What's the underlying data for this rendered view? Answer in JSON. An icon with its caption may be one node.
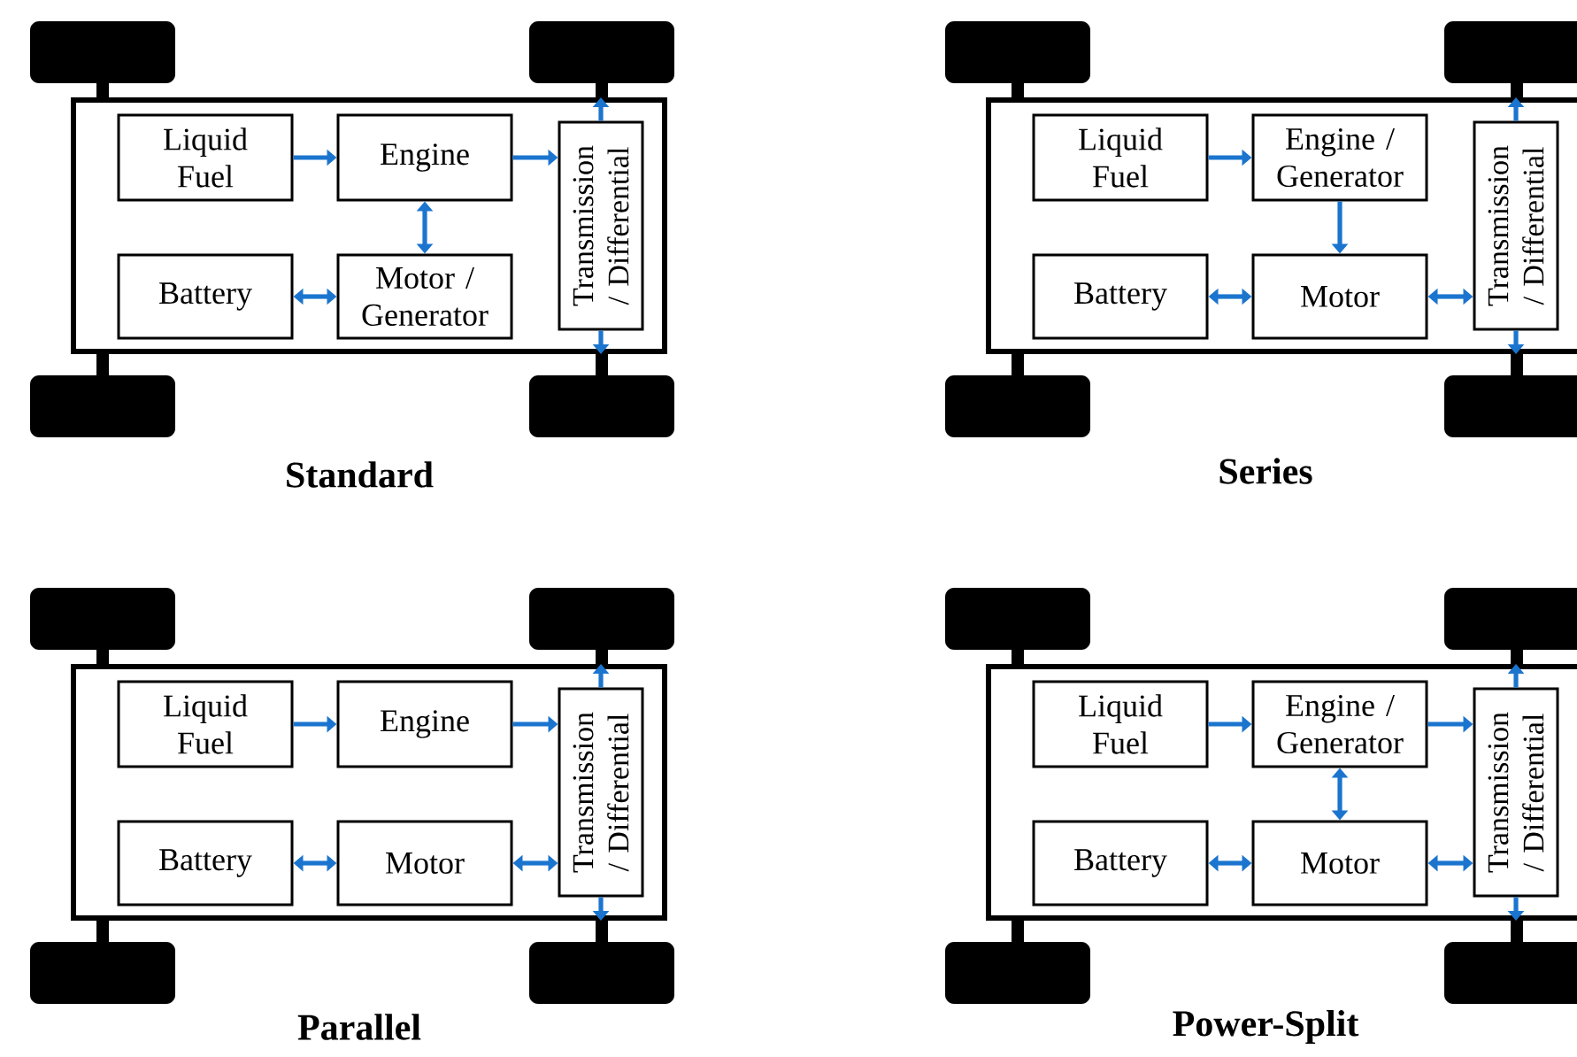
{
  "diagram": {
    "nodes": [
      {
        "text": [],
        "shape": "box",
        "beside": [
          "Standard"
        ]
      },
      {
        "text": [
          "Liquid Fuel"
        ],
        "in": 0
      },
      {
        "text": [
          "Engine"
        ],
        "in": 0
      },
      {
        "text": [
          "Transmission / Differential"
        ],
        "in": 0
      },
      {
        "text": [
          "Battery"
        ],
        "in": 0
      },
      {
        "text": [
          "Motor / Generator"
        ],
        "in": 0
      },
      {
        "text": [],
        "shape": "box",
        "beside": [
          "Series"
        ]
      },
      {
        "text": [
          "Liquid Fuel"
        ],
        "in": 6
      },
      {
        "text": [
          "Engine / Generator"
        ],
        "in": 6
      },
      {
        "text": [
          "Transmission / Differential"
        ],
        "in": 6
      },
      {
        "text": [
          "Battery"
        ],
        "in": 6
      },
      {
        "text": [
          "Motor"
        ],
        "in": 6
      },
      {
        "text": [],
        "shape": "box",
        "beside": [
          "Parallel"
        ]
      },
      {
        "text": [
          "Liquid Fuel"
        ],
        "in": 12
      },
      {
        "text": [
          "Engine"
        ],
        "in": 12
      },
      {
        "text": [
          "Transmission / Differential"
        ],
        "in": 12
      },
      {
        "text": [
          "Battery"
        ],
        "in": 12
      },
      {
        "text": [
          "Motor"
        ],
        "in": 12
      },
      {
        "text": [],
        "shape": "box",
        "beside": [
          "Power-Split"
        ]
      },
      {
        "text": [
          "Liquid Fuel"
        ],
        "in": 18
      },
      {
        "text": [
          "Engine / Generator"
        ],
        "in": 18
      },
      {
        "text": [
          "Transmission / Differential"
        ],
        "in": 18
      },
      {
        "text": [
          "Battery"
        ],
        "in": 18
      },
      {
        "text": [
          "Motor"
        ],
        "in": 18
      }
    ],
    "edges": [
      {
        "from": 1,
        "to": 2,
        "arrow": "to"
      },
      {
        "from": 2,
        "to": 3,
        "arrow": "to"
      },
      {
        "from": 2,
        "to": 5,
        "arrow": "both"
      },
      {
        "from": 4,
        "to": 5,
        "arrow": "both"
      },
      {
        "from": 3,
        "to": null,
        "arrow": "to"
      },
      {
        "from": 3,
        "to": null,
        "arrow": "to"
      },
      {
        "from": 7,
        "to": 8,
        "arrow": "to"
      },
      {
        "from": 8,
        "to": 11,
        "arrow": "to"
      },
      {
        "from": 10,
        "to": 11,
        "arrow": "both"
      },
      {
        "from": 11,
        "to": 9,
        "arrow": "both"
      },
      {
        "from": 9,
        "to": null,
        "arrow": "to"
      },
      {
        "from": 9,
        "to": null,
        "arrow": "to"
      },
      {
        "from": 13,
        "to": 14,
        "arrow": "to"
      },
      {
        "from": 14,
        "to": 15,
        "arrow": "to"
      },
      {
        "from": 16,
        "to": 17,
        "arrow": "both"
      },
      {
        "from": 17,
        "to": 15,
        "arrow": "both"
      },
      {
        "from": 15,
        "to": null,
        "arrow": "to"
      },
      {
        "from": 15,
        "to": null,
        "arrow": "to"
      },
      {
        "from": 19,
        "to": 20,
        "arrow": "to"
      },
      {
        "from": 20,
        "to": 21,
        "arrow": "to"
      },
      {
        "from": 20,
        "to": 23,
        "arrow": "both"
      },
      {
        "from": 22,
        "to": 23,
        "arrow": "both"
      },
      {
        "from": 23,
        "to": 21,
        "arrow": "both"
      },
      {
        "from": 21,
        "to": null,
        "arrow": "to"
      },
      {
        "from": 21,
        "to": null,
        "arrow": "to"
      }
    ]
  }
}
